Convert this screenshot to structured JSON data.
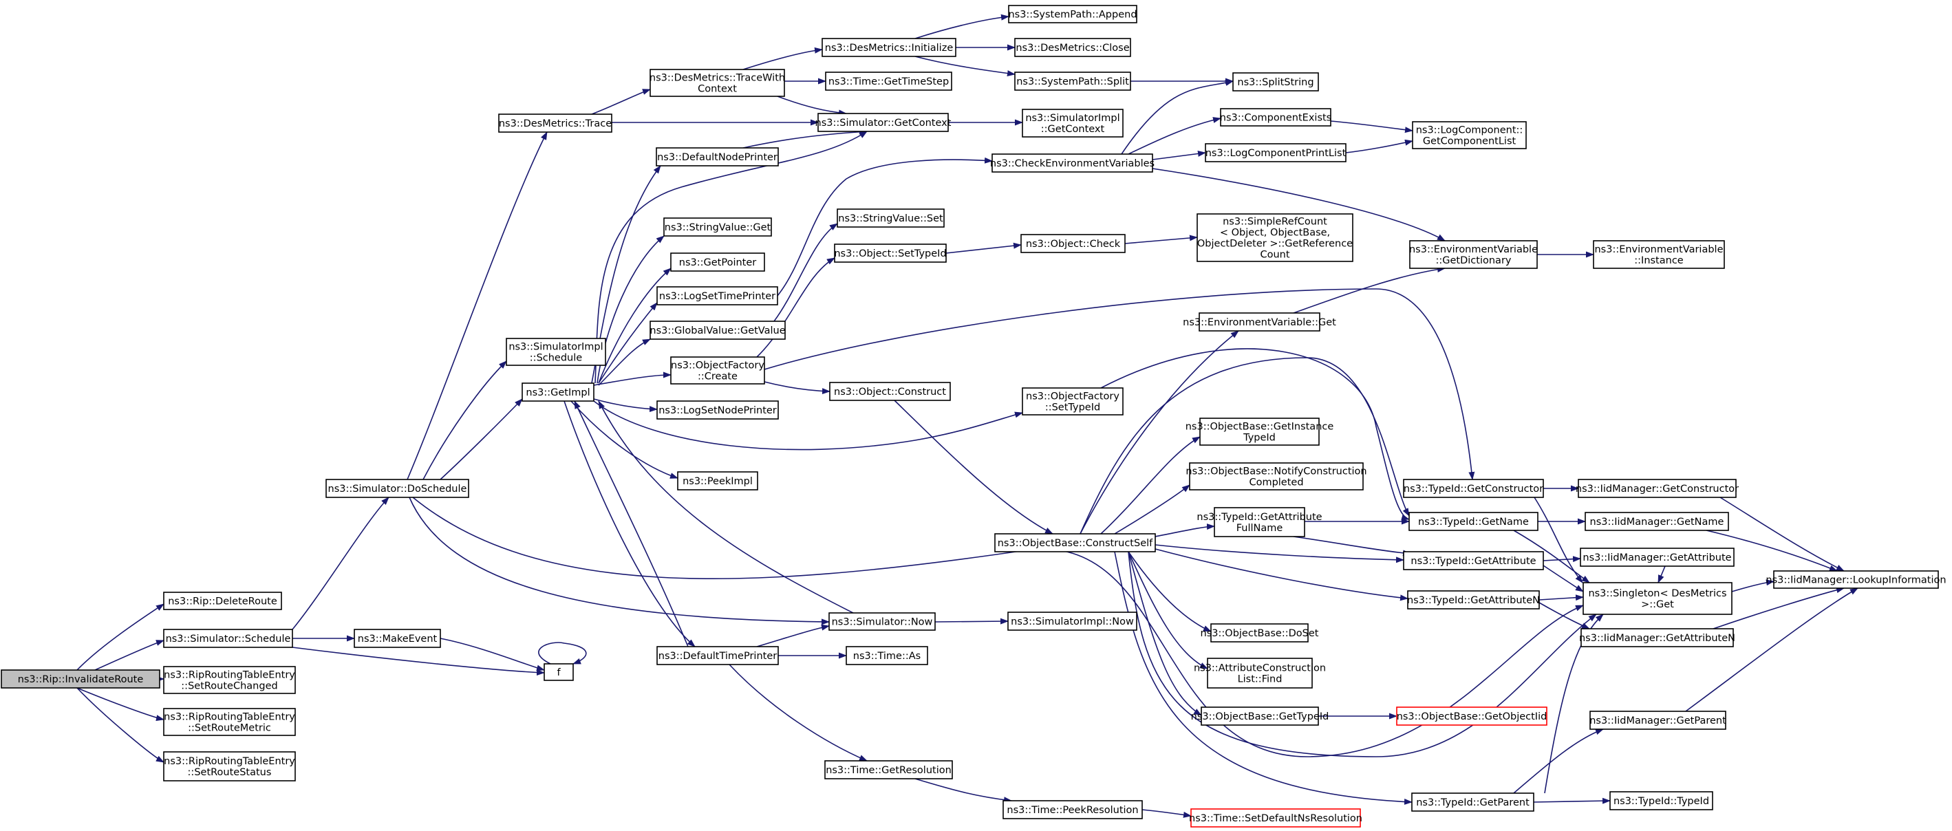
{
  "diagram": {
    "title": "",
    "colors": {
      "edge": "#191970",
      "root_fill": "#bfbfbf",
      "node_fill": "#ffffff",
      "node_border": "#000000",
      "truncated_border": "#ff0000"
    },
    "nodes": [
      {
        "id": "root",
        "lines": [
          "ns3::Rip::InvalidateRoute"
        ],
        "style": "root"
      },
      {
        "id": "deleteRoute",
        "lines": [
          "ns3::Rip::DeleteRoute"
        ]
      },
      {
        "id": "schedule",
        "lines": [
          "ns3::Simulator::Schedule"
        ]
      },
      {
        "id": "setRouteChanged",
        "lines": [
          "ns3::RipRoutingTableEntry",
          "::SetRouteChanged"
        ]
      },
      {
        "id": "setRouteMetric",
        "lines": [
          "ns3::RipRoutingTableEntry",
          "::SetRouteMetric"
        ]
      },
      {
        "id": "setRouteStatus",
        "lines": [
          "ns3::RipRoutingTableEntry",
          "::SetRouteStatus"
        ]
      },
      {
        "id": "doSchedule",
        "lines": [
          "ns3::Simulator::DoSchedule"
        ]
      },
      {
        "id": "makeEvent",
        "lines": [
          "ns3::MakeEvent"
        ]
      },
      {
        "id": "f",
        "lines": [
          "f"
        ]
      },
      {
        "id": "desTrace",
        "lines": [
          "ns3::DesMetrics::Trace"
        ]
      },
      {
        "id": "simImplSchedule",
        "lines": [
          "ns3::SimulatorImpl",
          "::Schedule"
        ]
      },
      {
        "id": "getImpl",
        "lines": [
          "ns3::GetImpl"
        ]
      },
      {
        "id": "simNow",
        "lines": [
          "ns3::Simulator::Now"
        ]
      },
      {
        "id": "traceWithContext",
        "lines": [
          "ns3::DesMetrics::TraceWith",
          "Context"
        ]
      },
      {
        "id": "getContext",
        "lines": [
          "ns3::Simulator::GetContext"
        ]
      },
      {
        "id": "desInit",
        "lines": [
          "ns3::DesMetrics::Initialize"
        ]
      },
      {
        "id": "getTimeStep",
        "lines": [
          "ns3::Time::GetTimeStep"
        ]
      },
      {
        "id": "sysAppend",
        "lines": [
          "ns3::SystemPath::Append"
        ]
      },
      {
        "id": "desClose",
        "lines": [
          "ns3::DesMetrics::Close"
        ]
      },
      {
        "id": "sysSplit",
        "lines": [
          "ns3::SystemPath::Split"
        ]
      },
      {
        "id": "splitString",
        "lines": [
          "ns3::SplitString"
        ]
      },
      {
        "id": "simImplGetContext",
        "lines": [
          "ns3::SimulatorImpl",
          "::GetContext"
        ]
      },
      {
        "id": "defaultNodePrinter",
        "lines": [
          "ns3::DefaultNodePrinter"
        ]
      },
      {
        "id": "checkEnv",
        "lines": [
          "ns3::CheckEnvironmentVariables"
        ]
      },
      {
        "id": "componentExists",
        "lines": [
          "ns3::ComponentExists"
        ]
      },
      {
        "id": "logCompPrintList",
        "lines": [
          "ns3::LogComponentPrintList"
        ]
      },
      {
        "id": "logCompGetList",
        "lines": [
          "ns3::LogComponent::",
          "GetComponentList"
        ]
      },
      {
        "id": "stringValueGet",
        "lines": [
          "ns3::StringValue::Get"
        ]
      },
      {
        "id": "stringValueSet",
        "lines": [
          "ns3::StringValue::Set"
        ]
      },
      {
        "id": "getPointer",
        "lines": [
          "ns3::GetPointer"
        ]
      },
      {
        "id": "objectSetTypeId",
        "lines": [
          "ns3::Object::SetTypeId"
        ]
      },
      {
        "id": "objectCheck",
        "lines": [
          "ns3::Object::Check"
        ]
      },
      {
        "id": "simpleRefCount",
        "lines": [
          "ns3::SimpleRefCount",
          "< Object, ObjectBase,",
          "ObjectDeleter >::GetReference",
          "Count"
        ]
      },
      {
        "id": "logSetTimePrinter",
        "lines": [
          "ns3::LogSetTimePrinter"
        ]
      },
      {
        "id": "envGetDictionary",
        "lines": [
          "ns3::EnvironmentVariable",
          "::GetDictionary"
        ]
      },
      {
        "id": "envInstance",
        "lines": [
          "ns3::EnvironmentVariable",
          "::Instance"
        ]
      },
      {
        "id": "globalValueGet",
        "lines": [
          "ns3::GlobalValue::GetValue"
        ]
      },
      {
        "id": "envGet",
        "lines": [
          "ns3::EnvironmentVariable::Get"
        ]
      },
      {
        "id": "objFactoryCreate",
        "lines": [
          "ns3::ObjectFactory",
          "::Create"
        ]
      },
      {
        "id": "objectConstruct",
        "lines": [
          "ns3::Object::Construct"
        ]
      },
      {
        "id": "objFactorySetTypeId",
        "lines": [
          "ns3::ObjectFactory",
          "::SetTypeId"
        ]
      },
      {
        "id": "logSetNodePrinter",
        "lines": [
          "ns3::LogSetNodePrinter"
        ]
      },
      {
        "id": "getInstanceTypeId",
        "lines": [
          "ns3::ObjectBase::GetInstance",
          "TypeId"
        ]
      },
      {
        "id": "notifyConstruction",
        "lines": [
          "ns3::ObjectBase::NotifyConstruction",
          "Completed"
        ]
      },
      {
        "id": "peekImpl",
        "lines": [
          "ns3::PeekImpl"
        ]
      },
      {
        "id": "typeIdGetConstructor",
        "lines": [
          "ns3::TypeId::GetConstructor"
        ]
      },
      {
        "id": "iidGetConstructor",
        "lines": [
          "ns3::IidManager::GetConstructor"
        ]
      },
      {
        "id": "constructSelf",
        "lines": [
          "ns3::ObjectBase::ConstructSelf"
        ]
      },
      {
        "id": "getAttributeFullName",
        "lines": [
          "ns3::TypeId::GetAttribute",
          "FullName"
        ]
      },
      {
        "id": "typeIdGetName",
        "lines": [
          "ns3::TypeId::GetName"
        ]
      },
      {
        "id": "iidGetName",
        "lines": [
          "ns3::IidManager::GetName"
        ]
      },
      {
        "id": "typeIdGetAttribute",
        "lines": [
          "ns3::TypeId::GetAttribute"
        ]
      },
      {
        "id": "iidGetAttribute",
        "lines": [
          "ns3::IidManager::GetAttribute"
        ]
      },
      {
        "id": "lookupInformation",
        "lines": [
          "ns3::IidManager::LookupInformation"
        ]
      },
      {
        "id": "singletonGet",
        "lines": [
          "ns3::Singleton< DesMetrics",
          " >::Get"
        ]
      },
      {
        "id": "typeIdGetAttributeN",
        "lines": [
          "ns3::TypeId::GetAttributeN"
        ]
      },
      {
        "id": "iidGetAttributeN",
        "lines": [
          "ns3::IidManager::GetAttributeN"
        ]
      },
      {
        "id": "objectBaseDoSet",
        "lines": [
          "ns3::ObjectBase::DoSet"
        ]
      },
      {
        "id": "simImplNow",
        "lines": [
          "ns3::SimulatorImpl::Now"
        ]
      },
      {
        "id": "defaultTimePrinter",
        "lines": [
          "ns3::DefaultTimePrinter"
        ]
      },
      {
        "id": "timeAs",
        "lines": [
          "ns3::Time::As"
        ]
      },
      {
        "id": "attrConstructionFind",
        "lines": [
          "ns3::AttributeConstruction",
          "List::Find"
        ]
      },
      {
        "id": "objectBaseGetTypeId",
        "lines": [
          "ns3::ObjectBase::GetTypeId"
        ]
      },
      {
        "id": "getObjectIid",
        "lines": [
          "ns3::ObjectBase::GetObjectIid"
        ],
        "style": "truncated"
      },
      {
        "id": "iidGetParent",
        "lines": [
          "ns3::IidManager::GetParent"
        ]
      },
      {
        "id": "timeGetResolution",
        "lines": [
          "ns3::Time::GetResolution"
        ]
      },
      {
        "id": "timePeekResolution",
        "lines": [
          "ns3::Time::PeekResolution"
        ]
      },
      {
        "id": "setDefaultNsResolution",
        "lines": [
          "ns3::Time::SetDefaultNsResolution"
        ],
        "style": "truncated"
      },
      {
        "id": "typeIdGetParent",
        "lines": [
          "ns3::TypeId::GetParent"
        ]
      },
      {
        "id": "typeIdTypeId",
        "lines": [
          "ns3::TypeId::TypeId"
        ]
      }
    ]
  }
}
